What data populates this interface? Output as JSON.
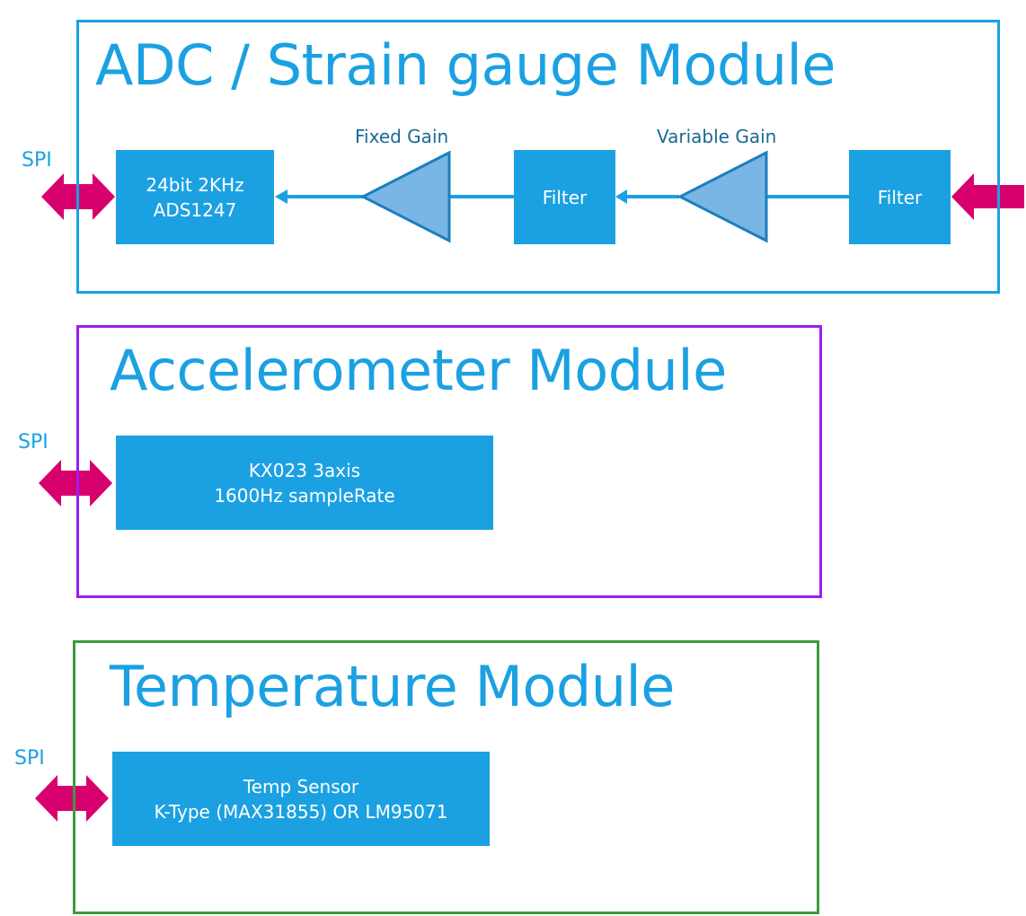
{
  "colors": {
    "accent_blue": "#1ba1e2",
    "amp_fill": "#79b6e5",
    "amp_stroke": "#1b7fbf",
    "connector_magenta": "#d8006f",
    "adc_frame": "#1ba1e2",
    "accel_frame": "#9b1ff0",
    "temp_frame": "#3c9a3c",
    "gain_label": "#1a6a94"
  },
  "modules": {
    "adc": {
      "title": "ADC / Strain gauge Module",
      "interface_label": "SPI",
      "adc_block": {
        "line1": "24bit 2KHz",
        "line2": "ADS1247"
      },
      "fixed_gain_label": "Fixed Gain",
      "variable_gain_label": "Variable Gain",
      "filter1_label": "Filter",
      "filter2_label": "Filter"
    },
    "accelerometer": {
      "title": "Accelerometer Module",
      "interface_label": "SPI",
      "sensor_block": {
        "line1": "KX023 3axis",
        "line2": "1600Hz sampleRate"
      }
    },
    "temperature": {
      "title": "Temperature Module",
      "interface_label": "SPI",
      "sensor_block": {
        "line1": "Temp Sensor",
        "line2": "K-Type (MAX31855) OR LM95071"
      }
    }
  }
}
